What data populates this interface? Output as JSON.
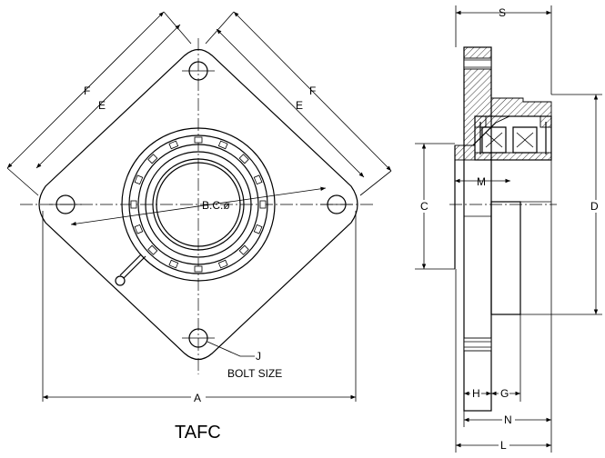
{
  "drawing": {
    "title": "TAFC",
    "bolt_circle_label": "B.C.ø",
    "bolt_size_label": "BOLT SIZE",
    "front_view": {
      "dims": {
        "F": "F",
        "E": "E",
        "A": "A",
        "J": "J"
      }
    },
    "side_view": {
      "dims": {
        "S": "S",
        "M": "M",
        "C": "C",
        "D": "D",
        "H": "H",
        "G": "G",
        "N": "N",
        "L": "L"
      }
    }
  }
}
